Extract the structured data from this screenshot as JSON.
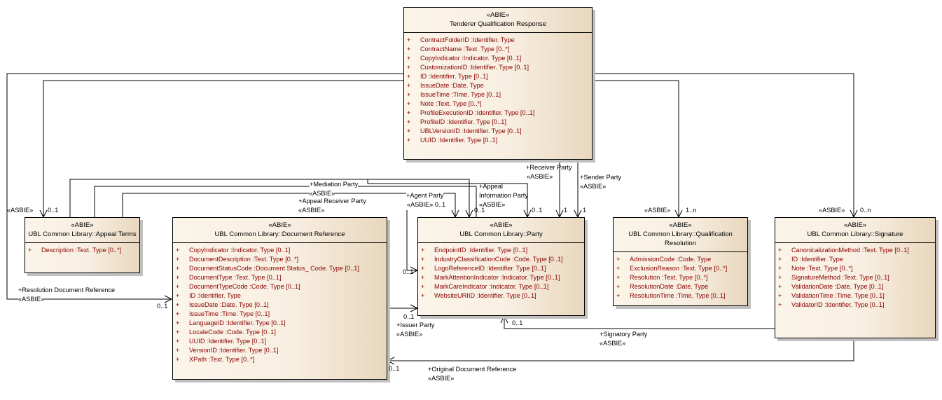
{
  "classes": {
    "tqr": {
      "stereotype": "«ABIE»",
      "name": "Tenderer Qualification Response",
      "attributes": [
        {
          "vis": "+",
          "text": "ContractFolderID  :Identifier. Type"
        },
        {
          "vis": "+",
          "text": "ContractName  :Text. Type [0..*]"
        },
        {
          "vis": "+",
          "text": "CopyIndicator  :Indicator. Type [0..1]"
        },
        {
          "vis": "+",
          "text": "CustomizationID  :Identifier. Type [0..1]"
        },
        {
          "vis": "+",
          "text": "ID  :Identifier. Type [0..1]"
        },
        {
          "vis": "+",
          "text": "IssueDate  :Date. Type"
        },
        {
          "vis": "+",
          "text": "IssueTime  :Time. Type [0..1]"
        },
        {
          "vis": "+",
          "text": "Note  :Text. Type [0..*]"
        },
        {
          "vis": "+",
          "text": "ProfileExecutionID  :Identifier. Type [0..1]"
        },
        {
          "vis": "+",
          "text": "ProfileID  :Identifier. Type [0..1]"
        },
        {
          "vis": "+",
          "text": "UBLVersionID  :Identifier. Type [0..1]"
        },
        {
          "vis": "+",
          "text": "UUID  :Identifier. Type [0..1]"
        }
      ]
    },
    "appeal_terms": {
      "stereotype": "«ABIE»",
      "name": "UBL Common Library::Appeal Terms",
      "attributes": [
        {
          "vis": "+",
          "text": "Description  :Text. Type [0..*]"
        }
      ]
    },
    "doc_ref": {
      "stereotype": "«ABIE»",
      "name": "UBL Common Library::Document Reference",
      "attributes": [
        {
          "vis": "+",
          "text": "CopyIndicator  :Indicator. Type [0..1]"
        },
        {
          "vis": "+",
          "text": "DocumentDescription  :Text. Type [0..*]"
        },
        {
          "vis": "+",
          "text": "DocumentStatusCode  :Document Status_ Code. Type [0..1]"
        },
        {
          "vis": "+",
          "text": "DocumentType  :Text. Type [0..1]"
        },
        {
          "vis": "+",
          "text": "DocumentTypeCode  :Code. Type [0..1]"
        },
        {
          "vis": "+",
          "text": "ID  :Identifier. Type"
        },
        {
          "vis": "+",
          "text": "IssueDate  :Date. Type [0..1]"
        },
        {
          "vis": "+",
          "text": "IssueTime  :Time. Type [0..1]"
        },
        {
          "vis": "+",
          "text": "LanguageID  :Identifier. Type [0..1]"
        },
        {
          "vis": "+",
          "text": "LocaleCode  :Code. Type [0..1]"
        },
        {
          "vis": "+",
          "text": "UUID  :Identifier. Type [0..1]"
        },
        {
          "vis": "+",
          "text": "VersionID  :Identifier. Type [0..1]"
        },
        {
          "vis": "+",
          "text": "XPath  :Text. Type [0..*]"
        }
      ]
    },
    "party": {
      "stereotype": "«ABIE»",
      "name": "UBL Common Library::Party",
      "attributes": [
        {
          "vis": "+",
          "text": "EndpointID  :Identifier. Type [0..1]"
        },
        {
          "vis": "+",
          "text": "IndustryClassificationCode  :Code. Type [0..1]"
        },
        {
          "vis": "+",
          "text": "LogoReferenceID  :Identifier. Type [0..1]"
        },
        {
          "vis": "+",
          "text": "MarkAttentionIndicator  :Indicator. Type [0..1]"
        },
        {
          "vis": "+",
          "text": "MarkCareIndicator  :Indicator. Type [0..1]"
        },
        {
          "vis": "+",
          "text": "WebsiteURIID  :Identifier. Type [0..1]"
        }
      ]
    },
    "qual_res": {
      "stereotype": "«ABIE»",
      "name": "UBL Common Library::Qualification Resolution",
      "attributes": [
        {
          "vis": "+",
          "text": "AdmissionCode  :Code. Type"
        },
        {
          "vis": "+",
          "text": "ExclusionReason  :Text. Type [0..*]"
        },
        {
          "vis": "+",
          "text": "Resolution  :Text. Type [0..*]"
        },
        {
          "vis": "+",
          "text": "ResolutionDate  :Date. Type"
        },
        {
          "vis": "+",
          "text": "ResolutionTime  :Time. Type [0..1]"
        }
      ]
    },
    "signature": {
      "stereotype": "«ABIE»",
      "name": "UBL Common Library::Signature",
      "attributes": [
        {
          "vis": "+",
          "text": "CanonicalizationMethod  :Text. Type [0..1]"
        },
        {
          "vis": "+",
          "text": "ID  :Identifier. Type"
        },
        {
          "vis": "+",
          "text": "Note  :Text. Type [0..*]"
        },
        {
          "vis": "+",
          "text": "SignatureMethod  :Text. Type [0..1]"
        },
        {
          "vis": "+",
          "text": "ValidationDate  :Date. Type [0..1]"
        },
        {
          "vis": "+",
          "text": "ValidationTime  :Time. Type [0..1]"
        },
        {
          "vis": "+",
          "text": "ValidatorID  :Identifier. Type [0..1]"
        }
      ]
    }
  },
  "labels": {
    "appeal_terms_stereo": "«ASBIE»",
    "appeal_terms_mult": "0..1",
    "mediation_party": "+Mediation Party",
    "appeal_receiver_stereo_line": "«ASBIE»",
    "appeal_receiver_party": "+Appeal Receiver Party",
    "appeal_receiver_stereo": "«ASBIE»",
    "agent_party": "+Agent Party",
    "agent_party_stereo": "«ASBIE» 0..1",
    "agent_mult2": "0..1",
    "appeal_info_party_1": "+Appeal",
    "appeal_info_party_2": "Information Party",
    "appeal_info_stereo": "«ASBIE»",
    "appeal_info_mult": "0..1",
    "receiver_party": "+Receiver Party",
    "receiver_stereo": "«ASBIE»",
    "receiver_mult": "1",
    "sender_party": "+Sender Party",
    "sender_stereo": "«ASBIE»",
    "sender_mult": "1",
    "qual_res_stereo": "«ASBIE»",
    "qual_res_mult": "1..n",
    "signature_stereo": "«ASBIE»",
    "signature_mult": "0..n",
    "resolution_doc_ref": "+Resolution Document Reference",
    "resolution_doc_ref_stereo": "«ASBIE»",
    "resolution_doc_ref_mult": "0..1",
    "mediation_mult": "0..1",
    "issuer_mult": "0..1",
    "issuer_party": "+Issuer Party",
    "issuer_stereo": "«ASBIE»",
    "signatory_mult": "0..1",
    "signatory_party": "+Signatory Party",
    "signatory_stereo": "«ASBIE»",
    "original_doc_ref_mult": "0..1",
    "original_doc_ref": "+Original Document Reference",
    "original_doc_ref_stereo": "«ASBIE»"
  }
}
